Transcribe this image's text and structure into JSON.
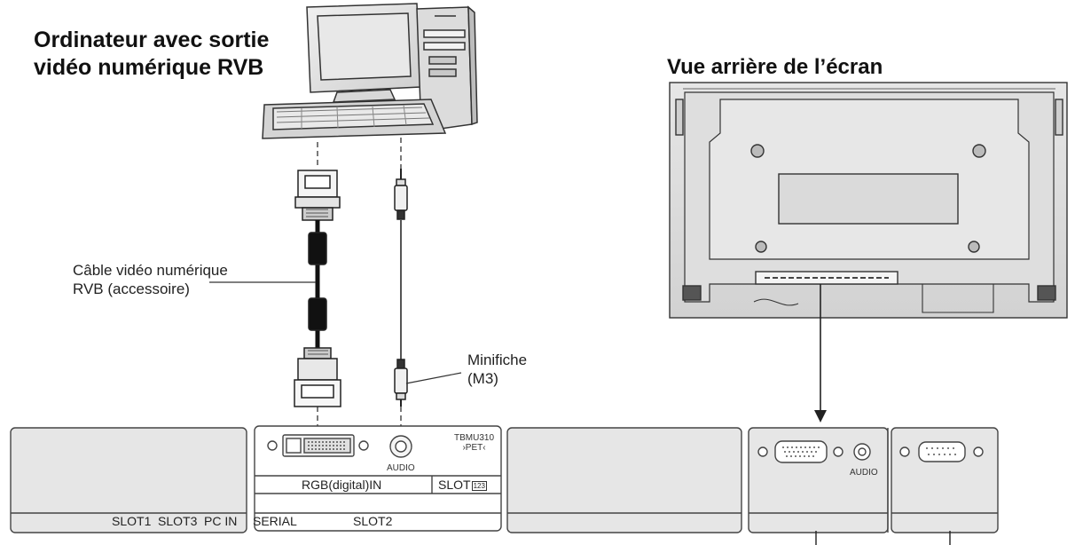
{
  "title_computer": [
    "Ordinateur avec sortie",
    "vidéo numérique RVB"
  ],
  "title_rear": "Vue arrière de l’écran",
  "cable_label": [
    "Câble vidéo numérique",
    "RVB (accessoire)"
  ],
  "miniplug_label": [
    "Minifiche",
    "(M3)"
  ],
  "terminal_board": {
    "audio": "AUDIO",
    "rgb_in": "RGB(digital)IN",
    "slot": "SLOT",
    "slot_nums": "123",
    "model": [
      "TBMU310",
      "›PET‹"
    ]
  },
  "pc_panel_audio": "AUDIO",
  "bottom_labels": {
    "slot1": "SLOT1",
    "slot3": "SLOT3",
    "pc_in": "PC IN",
    "serial": "SERIAL",
    "slot2": "SLOT2"
  }
}
